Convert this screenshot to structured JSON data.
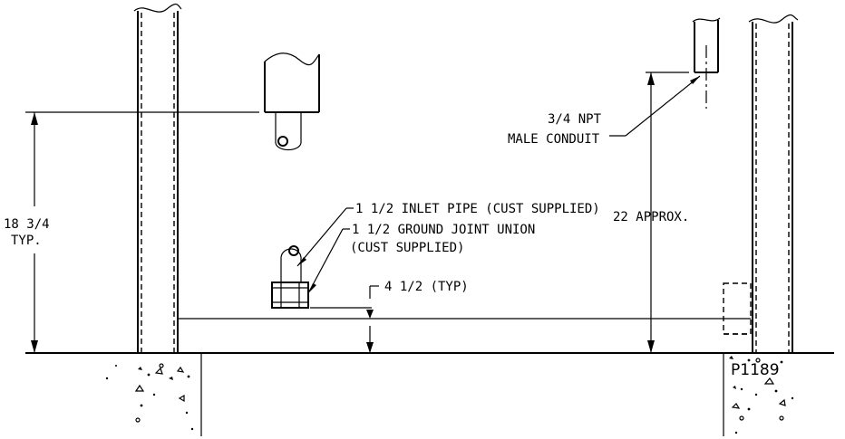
{
  "callouts": {
    "left_height": "18 3/4",
    "left_height_typ": "TYP.",
    "conduit_line1": "3/4 NPT",
    "conduit_line2": "MALE CONDUIT",
    "inlet_pipe": "1 1/2 INLET PIPE (CUST SUPPLIED)",
    "approx_height": "22 APPROX.",
    "union_line1": "1 1/2 GROUND JOINT UNION",
    "union_line2": "(CUST SUPPLIED)",
    "offset": "4 1/2 (TYP)",
    "part_number": "P1189"
  }
}
